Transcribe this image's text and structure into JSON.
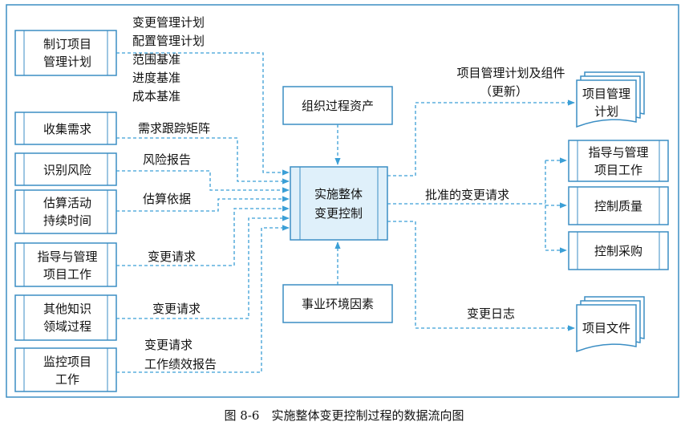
{
  "inputs": {
    "develop_plan": [
      "制订项目",
      "管理计划"
    ],
    "collect_requirements": "收集需求",
    "identify_risks": "识别风险",
    "estimate_durations": [
      "估算活动",
      "持续时间"
    ],
    "direct_manage": [
      "指导与管理",
      "项目工作"
    ],
    "other_ka": [
      "其他知识",
      "领域过程"
    ],
    "monitor": [
      "监控项目",
      "工作"
    ]
  },
  "flow_labels": {
    "plan_items": [
      "变更管理计划",
      "配置管理计划",
      "范围基准",
      "进度基准",
      "成本基准"
    ],
    "req_matrix": "需求跟踪矩阵",
    "risk_report": "风险报告",
    "basis_of_estimates": "估算依据",
    "change_request_1": "变更请求",
    "change_request_2": "变更请求",
    "monitor_items": [
      "变更请求",
      "工作绩效报告"
    ],
    "plan_updates": [
      "项目管理计划及组件",
      "（更新）"
    ],
    "approved_cr": "批准的变更请求",
    "change_log": "变更日志"
  },
  "center": {
    "process": [
      "实施整体",
      "变更控制"
    ],
    "opa": "组织过程资产",
    "eef": "事业环境因素"
  },
  "outputs": {
    "pm_plan": [
      "项目管理",
      "计划"
    ],
    "direct_manage": [
      "指导与管理",
      "项目工作"
    ],
    "control_quality": "控制质量",
    "control_procurements": "控制采购",
    "project_documents": "项目文件"
  },
  "caption": "图 8-6　实施整体变更控制过程的数据流向图"
}
